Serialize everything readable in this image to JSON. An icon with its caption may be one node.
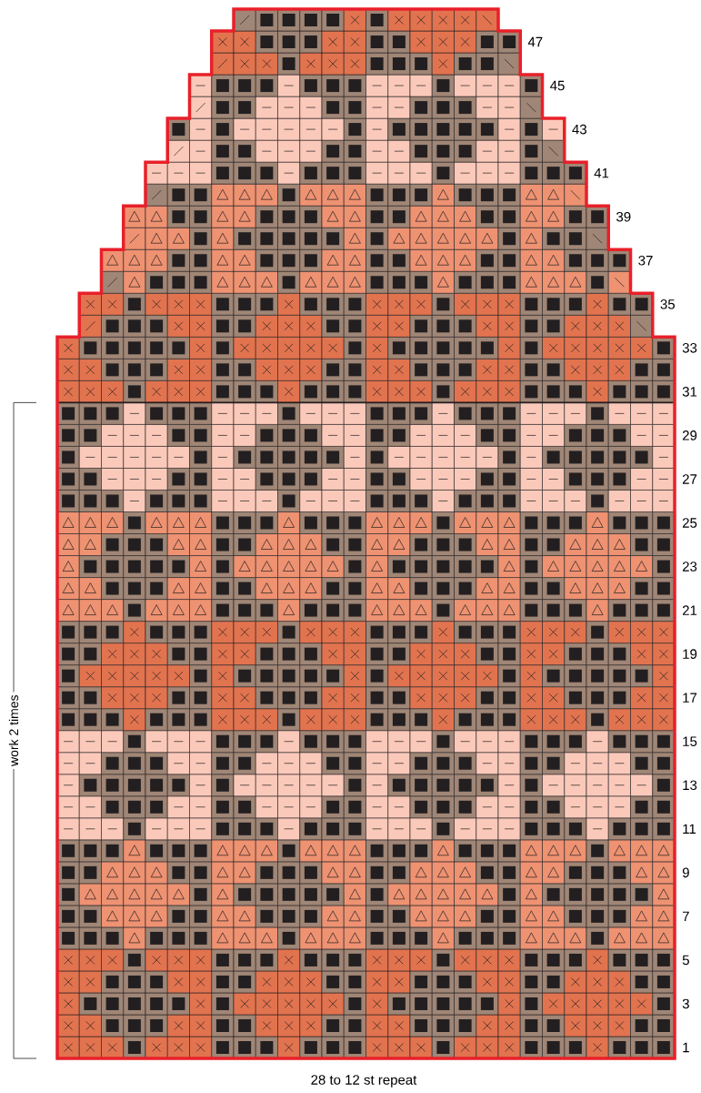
{
  "diagram": {
    "caption": "28 to 12 st repeat",
    "labels": [
      "47",
      "45",
      "43",
      "41",
      "39",
      "37",
      "35",
      "33",
      "31",
      "29",
      "27",
      "25",
      "23",
      "21",
      "19",
      "17",
      "15",
      "13",
      "11",
      "9",
      "7",
      "5",
      "3",
      "1",
      "work 2 times"
    ]
  }
}
